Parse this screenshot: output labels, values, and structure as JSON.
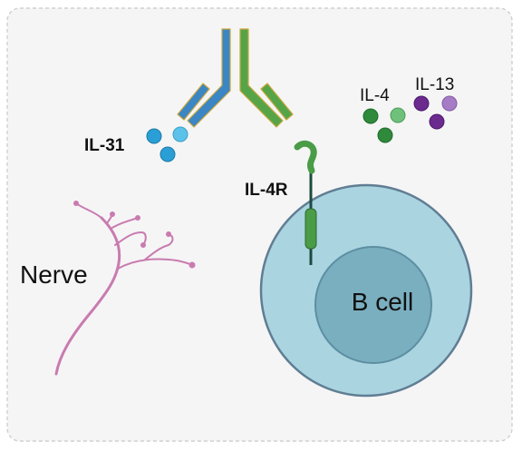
{
  "labels": {
    "il31": "IL-31",
    "il4": "IL-4",
    "il13": "IL-13",
    "il4r": "IL-4R",
    "nerve": "Nerve",
    "bcell": "B cell"
  },
  "colors": {
    "panel_bg": "#f5f5f5",
    "panel_border": "#d0d0d0",
    "antibody_blue": "#3b86c4",
    "antibody_green": "#55a548",
    "antibody_outline": "#c9a63a",
    "il31_particle": "#2a9fd6",
    "il31_particle_light": "#5cc2ea",
    "il4_particle": "#2f8a3c",
    "il4_particle_light": "#6fc07a",
    "il13_particle": "#6a2a8e",
    "il13_particle_light": "#a67cc6",
    "receptor": "#4a9c47",
    "receptor_stem": "#1f4a3f",
    "cell_outer": "#a9d4e0",
    "cell_outer_stroke": "#607d93",
    "cell_nucleus": "#7aafc0",
    "nerve": "#c97bb0"
  }
}
